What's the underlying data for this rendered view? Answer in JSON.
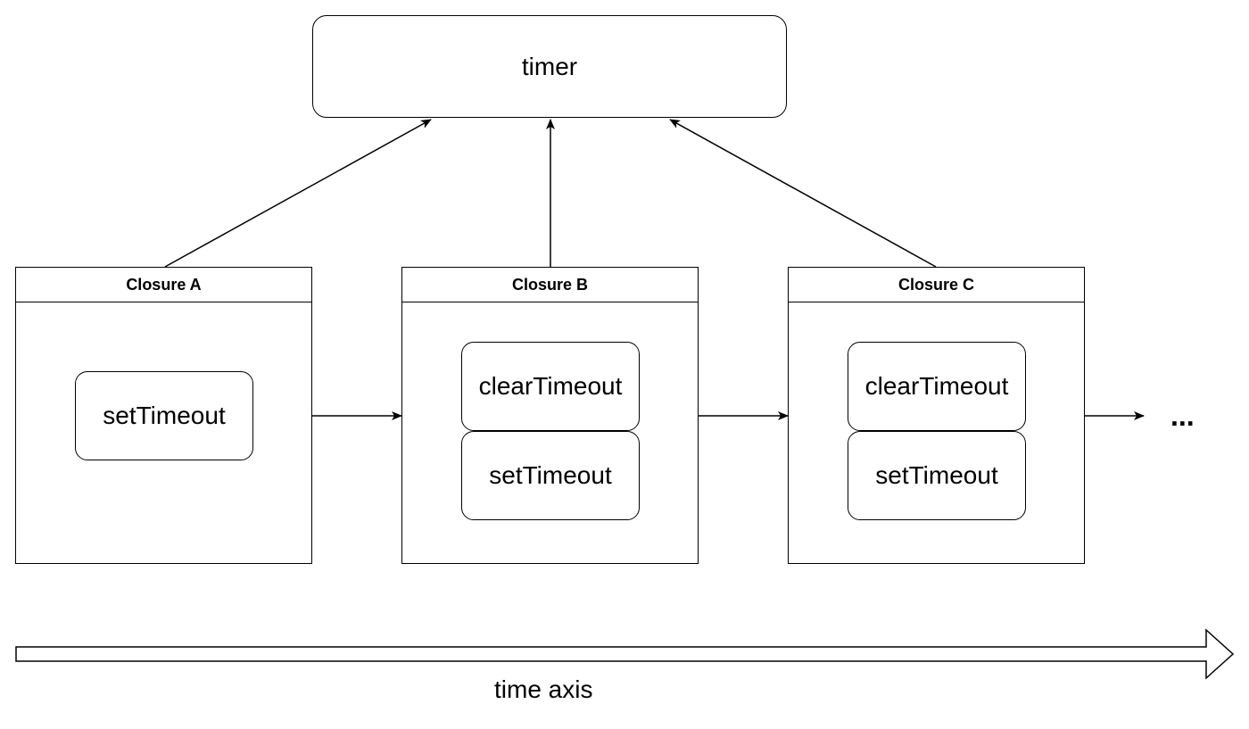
{
  "timer": {
    "label": "timer"
  },
  "closures": [
    {
      "title": "Closure A",
      "functions": [
        "setTimeout"
      ]
    },
    {
      "title": "Closure B",
      "functions": [
        "clearTimeout",
        "setTimeout"
      ]
    },
    {
      "title": "Closure C",
      "functions": [
        "clearTimeout",
        "setTimeout"
      ]
    }
  ],
  "continuation": "...",
  "time_axis": {
    "label": "time axis"
  },
  "colors": {
    "stroke": "#000000",
    "background": "#ffffff"
  }
}
